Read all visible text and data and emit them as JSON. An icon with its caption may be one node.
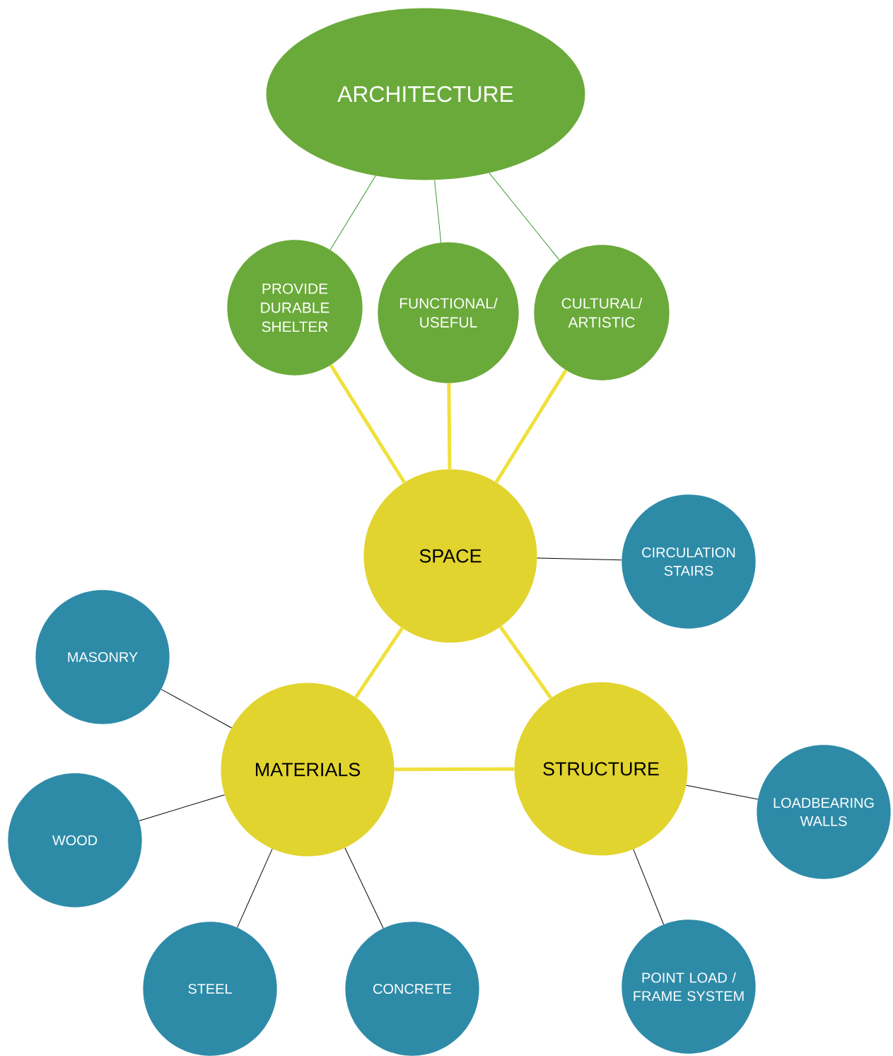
{
  "diagram": {
    "nodes": [
      {
        "text": [
          "ARCHITECTURE"
        ]
      },
      {
        "text": [
          "PROVIDE DURABLE SHELTER"
        ]
      },
      {
        "text": [
          "FUNCTIONAL/ USEFUL"
        ]
      },
      {
        "text": [
          "CULTURAL/ ARTISTIC"
        ]
      },
      {
        "text": [
          "SPACE"
        ]
      },
      {
        "text": [
          "CIRCULATION STAIRS"
        ]
      },
      {
        "text": [
          "MASONRY"
        ]
      },
      {
        "text": [
          "MATERIALS"
        ]
      },
      {
        "text": [
          "STRUCTURE"
        ]
      },
      {
        "text": [
          "WOOD"
        ]
      },
      {
        "text": [
          "LOADBEARING WALLS"
        ]
      },
      {
        "text": [
          "STEEL"
        ]
      },
      {
        "text": [
          "CONCRETE"
        ]
      },
      {
        "text": [
          "POINT LOAD / FRAME SYSTEM"
        ]
      }
    ],
    "edges": [
      {
        "from": 0,
        "to": 1,
        "arrow": "none",
        "color": "#3a9a30"
      },
      {
        "from": 0,
        "to": 2,
        "arrow": "none",
        "color": "#3a9a30"
      },
      {
        "from": 0,
        "to": 3,
        "arrow": "none",
        "color": "#3a9a30"
      },
      {
        "from": 1,
        "to": 4,
        "arrow": "none",
        "style": "thick",
        "color": "#f0e03c"
      },
      {
        "from": 2,
        "to": 4,
        "arrow": "none",
        "style": "thick",
        "color": "#f0e03c"
      },
      {
        "from": 3,
        "to": 4,
        "arrow": "none",
        "style": "thick",
        "color": "#f0e03c"
      },
      {
        "from": 4,
        "to": 5,
        "arrow": "none"
      },
      {
        "from": 4,
        "to": 7,
        "arrow": "none",
        "style": "thick",
        "color": "#f0e03c"
      },
      {
        "from": 4,
        "to": 8,
        "arrow": "none",
        "style": "thick",
        "color": "#f0e03c"
      },
      {
        "from": 7,
        "to": 8,
        "arrow": "none",
        "style": "thick",
        "color": "#f0e03c"
      },
      {
        "from": 7,
        "to": 6,
        "arrow": "none"
      },
      {
        "from": 7,
        "to": 9,
        "arrow": "none"
      },
      {
        "from": 7,
        "to": 11,
        "arrow": "none"
      },
      {
        "from": 7,
        "to": 12,
        "arrow": "none"
      },
      {
        "from": 8,
        "to": 10,
        "arrow": "none"
      },
      {
        "from": 8,
        "to": 13,
        "arrow": "none"
      }
    ]
  }
}
